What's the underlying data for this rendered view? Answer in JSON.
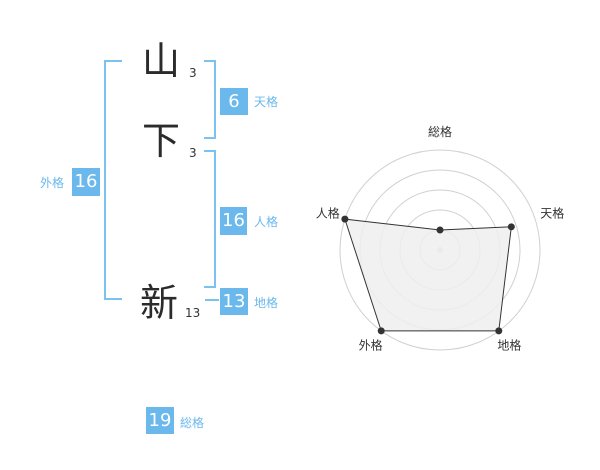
{
  "name_chars": [
    {
      "char": "山",
      "strokes": "3"
    },
    {
      "char": "下",
      "strokes": "3"
    },
    {
      "char": "新",
      "strokes": "13"
    }
  ],
  "fortunes": {
    "tenkaku": {
      "value": "6",
      "label": "天格"
    },
    "jinkaku": {
      "value": "16",
      "label": "人格"
    },
    "chikaku": {
      "value": "13",
      "label": "地格"
    },
    "gaikaku": {
      "value": "16",
      "label": "外格"
    },
    "soukaku": {
      "value": "19",
      "label": "総格"
    }
  },
  "colors": {
    "accent": "#6ab8ec",
    "bracket": "#7cc2f0",
    "radar_fill": "#eeeeee",
    "radar_line": "#333333"
  },
  "chart_data": {
    "type": "radar",
    "axes": [
      "総格",
      "天格",
      "地格",
      "外格",
      "人格"
    ],
    "levels": 5,
    "values": [
      0.2,
      0.75,
      1.0,
      1.0,
      1.0
    ],
    "max": 1.0
  }
}
